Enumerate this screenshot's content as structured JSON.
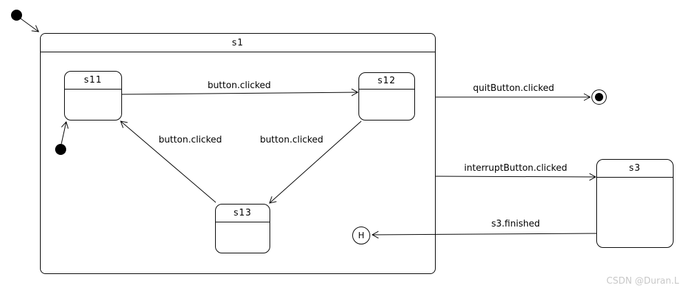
{
  "diagram": {
    "type": "uml-state-machine",
    "states": {
      "s1": {
        "label": "s1"
      },
      "s11": {
        "label": "s11"
      },
      "s12": {
        "label": "s12"
      },
      "s13": {
        "label": "s13"
      },
      "s3": {
        "label": "s3"
      }
    },
    "pseudostates": {
      "initial_top": {
        "kind": "initial"
      },
      "initial_s1": {
        "kind": "initial"
      },
      "final": {
        "kind": "final"
      },
      "history": {
        "label": "H",
        "kind": "shallow-history"
      }
    },
    "transitions": {
      "s11_to_s12": {
        "label": "button.clicked"
      },
      "s12_to_s13": {
        "label": "button.clicked"
      },
      "s13_to_s11": {
        "label": "button.clicked"
      },
      "s1_to_final": {
        "label": "quitButton.clicked"
      },
      "s1_to_s3": {
        "label": "interruptButton.clicked"
      },
      "s3_to_history": {
        "label": "s3.finished"
      }
    },
    "colors": {
      "line": "#000000",
      "background": "#ffffff",
      "watermark": "#c8c8c8"
    }
  },
  "watermark": {
    "text": "CSDN @Duran.L"
  }
}
